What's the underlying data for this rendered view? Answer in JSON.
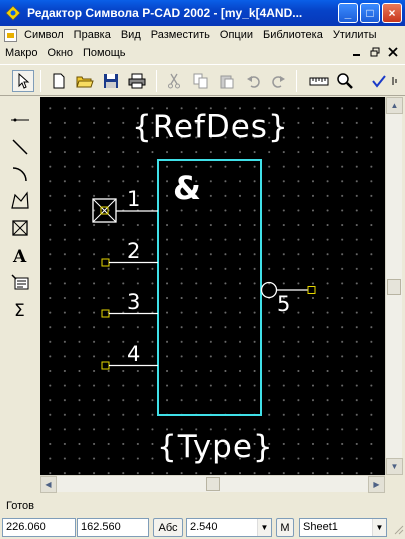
{
  "window": {
    "title": "Редактор Символа P-CAD 2002 - [my_k[4AND...",
    "controls": {
      "minimize": "_",
      "maximize": "□",
      "close": "×"
    }
  },
  "menu": {
    "row1": [
      "Символ",
      "Правка",
      "Вид",
      "Разместить",
      "Опции",
      "Библиотека",
      "Утилиты"
    ],
    "row2": [
      "Макро",
      "Окно",
      "Помощь"
    ]
  },
  "symbol": {
    "refdes": "{RefDes}",
    "type": "{Type}",
    "gate_label": "&",
    "pins": [
      "1",
      "2",
      "3",
      "4",
      "5"
    ]
  },
  "status": {
    "message": "Готов",
    "x_coord": "226.060",
    "y_coord": "162.560",
    "abs_button": "Абс",
    "grid": "2.540",
    "m_button": "M",
    "sheet": "Sheet1"
  },
  "colors": {
    "outline": "#40E0E8",
    "pin": "#FFFFFF",
    "pin_end": "#E8D800",
    "canvas": "#000000"
  }
}
